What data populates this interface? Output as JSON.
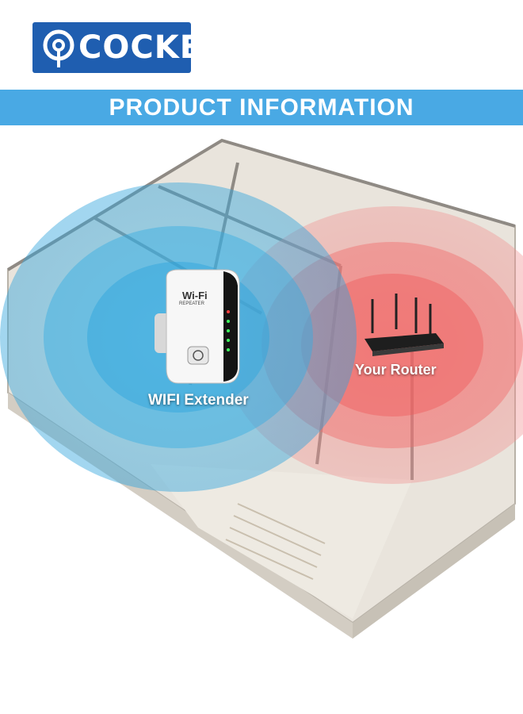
{
  "brand": {
    "name": "COCKEY"
  },
  "banner": {
    "title": "PRODUCT INFORMATION"
  },
  "illustration": {
    "extender_label": "WIFI Extender",
    "router_label": "Your Router",
    "device_brand": "Wi-Fi",
    "device_model": "REPEATER",
    "colors": {
      "blue_signal": "#3fb2e6",
      "red_signal": "#f06a6a",
      "banner": "#49a9e4",
      "logo_bg": "#1f5eb0"
    }
  }
}
